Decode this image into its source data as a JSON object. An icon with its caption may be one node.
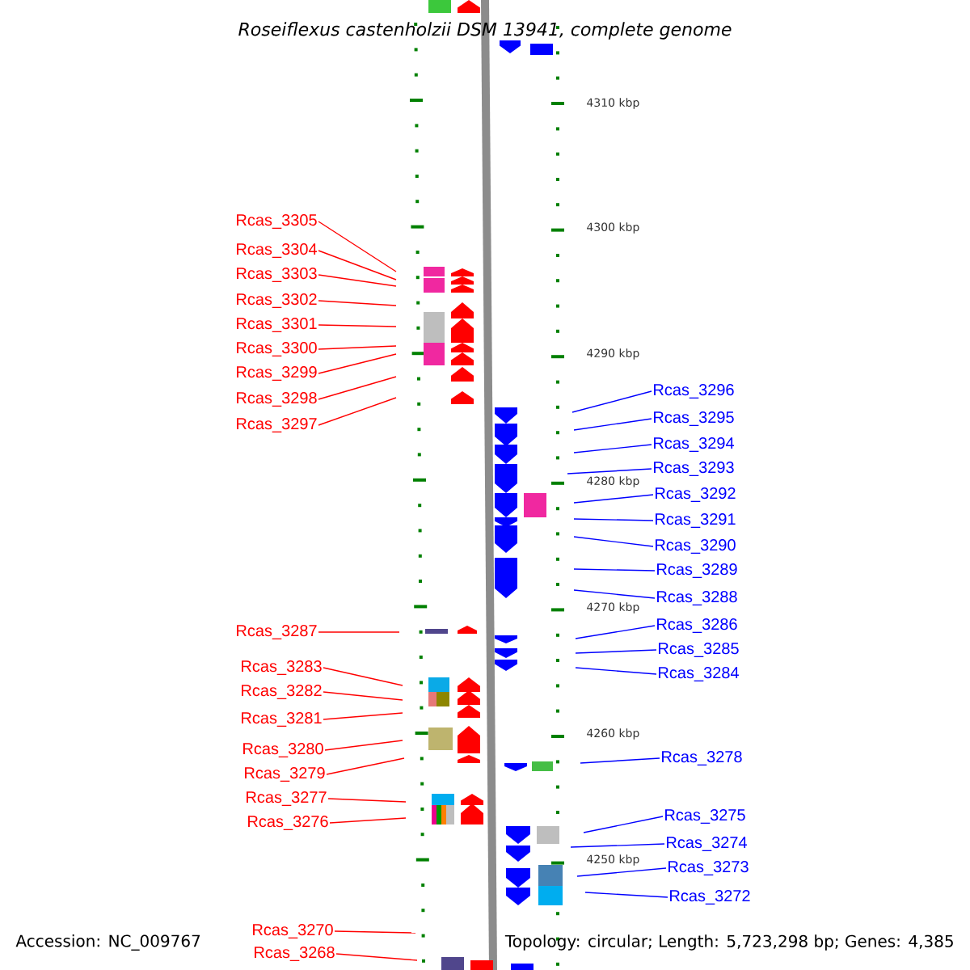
{
  "diagram": {
    "title": "Roseiflexus castenholzii DSM 13941, complete genome",
    "nodes": [
      {
        "text": [
          "Rcas_3305"
        ]
      },
      {
        "text": [
          "Rcas_3304"
        ]
      },
      {
        "text": [
          "Rcas_3303"
        ]
      },
      {
        "text": [
          "Rcas_3302"
        ]
      },
      {
        "text": [
          "Rcas_3301"
        ]
      },
      {
        "text": [
          "Rcas_3300"
        ]
      },
      {
        "text": [
          "Rcas_3299"
        ]
      },
      {
        "text": [
          "Rcas_3298"
        ]
      },
      {
        "text": [
          "Rcas_3297"
        ]
      },
      {
        "text": [
          "Rcas_3287"
        ]
      },
      {
        "text": [
          "Rcas_3283"
        ]
      },
      {
        "text": [
          "Rcas_3282"
        ]
      },
      {
        "text": [
          "Rcas_3281"
        ]
      },
      {
        "text": [
          "Rcas_3280"
        ]
      },
      {
        "text": [
          "Rcas_3279"
        ]
      },
      {
        "text": [
          "Rcas_3277"
        ]
      },
      {
        "text": [
          "Rcas_3276"
        ]
      },
      {
        "text": [
          "Rcas_3270"
        ]
      },
      {
        "text": [
          "Rcas_3268"
        ]
      },
      {
        "text": [
          "Rcas_3296"
        ]
      },
      {
        "text": [
          "Rcas_3295"
        ]
      },
      {
        "text": [
          "Rcas_3294"
        ]
      },
      {
        "text": [
          "Rcas_3293"
        ]
      },
      {
        "text": [
          "Rcas_3292"
        ]
      },
      {
        "text": [
          "Rcas_3291"
        ]
      },
      {
        "text": [
          "Rcas_3290"
        ]
      },
      {
        "text": [
          "Rcas_3289"
        ]
      },
      {
        "text": [
          "Rcas_3288"
        ]
      },
      {
        "text": [
          "Rcas_3286"
        ]
      },
      {
        "text": [
          "Rcas_3285"
        ]
      },
      {
        "text": [
          "Rcas_3284"
        ]
      },
      {
        "text": [
          "Rcas_3278"
        ]
      },
      {
        "text": [
          "Rcas_3275"
        ]
      },
      {
        "text": [
          "Rcas_3274"
        ]
      },
      {
        "text": [
          "Rcas_3273"
        ]
      },
      {
        "text": [
          "Rcas_3272"
        ]
      }
    ],
    "edges": [
      {
        "from": 0,
        "to": null,
        "arrow": "none",
        "color": "#ff0000"
      },
      {
        "from": 1,
        "to": null,
        "arrow": "none",
        "color": "#ff0000"
      },
      {
        "from": 2,
        "to": null,
        "arrow": "none",
        "color": "#ff0000"
      },
      {
        "from": 3,
        "to": null,
        "arrow": "none",
        "color": "#ff0000"
      },
      {
        "from": 4,
        "to": null,
        "arrow": "none",
        "color": "#ff0000"
      },
      {
        "from": 5,
        "to": null,
        "arrow": "none",
        "color": "#ff0000"
      },
      {
        "from": 6,
        "to": null,
        "arrow": "none",
        "color": "#ff0000"
      },
      {
        "from": 7,
        "to": null,
        "arrow": "none",
        "color": "#ff0000"
      },
      {
        "from": 8,
        "to": null,
        "arrow": "none",
        "color": "#ff0000"
      },
      {
        "from": 9,
        "to": null,
        "arrow": "none",
        "color": "#ff0000"
      },
      {
        "from": 10,
        "to": null,
        "arrow": "none",
        "color": "#ff0000"
      },
      {
        "from": 11,
        "to": null,
        "arrow": "none",
        "color": "#ff0000"
      },
      {
        "from": 12,
        "to": null,
        "arrow": "none",
        "color": "#ff0000"
      },
      {
        "from": 13,
        "to": null,
        "arrow": "none",
        "color": "#ff0000"
      },
      {
        "from": 14,
        "to": null,
        "arrow": "none",
        "color": "#ff0000"
      },
      {
        "from": 15,
        "to": null,
        "arrow": "none",
        "color": "#ff0000"
      },
      {
        "from": 16,
        "to": null,
        "arrow": "none",
        "color": "#ff0000"
      },
      {
        "from": 17,
        "to": null,
        "arrow": "none",
        "color": "#ff0000"
      },
      {
        "from": 18,
        "to": null,
        "arrow": "none",
        "color": "#ff0000"
      },
      {
        "from": 19,
        "to": null,
        "arrow": "none",
        "color": "#0000ff"
      },
      {
        "from": 20,
        "to": null,
        "arrow": "none",
        "color": "#0000ff"
      },
      {
        "from": 21,
        "to": null,
        "arrow": "none",
        "color": "#0000ff"
      },
      {
        "from": 22,
        "to": null,
        "arrow": "none",
        "color": "#0000ff"
      },
      {
        "from": 23,
        "to": null,
        "arrow": "none",
        "color": "#0000ff"
      },
      {
        "from": 24,
        "to": null,
        "arrow": "none",
        "color": "#0000ff"
      },
      {
        "from": 25,
        "to": null,
        "arrow": "none",
        "color": "#0000ff"
      },
      {
        "from": 26,
        "to": null,
        "arrow": "none",
        "color": "#0000ff"
      },
      {
        "from": 27,
        "to": null,
        "arrow": "none",
        "color": "#0000ff"
      },
      {
        "from": 28,
        "to": null,
        "arrow": "none",
        "color": "#0000ff"
      },
      {
        "from": 29,
        "to": null,
        "arrow": "none",
        "color": "#0000ff"
      },
      {
        "from": 30,
        "to": null,
        "arrow": "none",
        "color": "#0000ff"
      },
      {
        "from": 31,
        "to": null,
        "arrow": "none",
        "color": "#0000ff"
      },
      {
        "from": 32,
        "to": null,
        "arrow": "none",
        "color": "#0000ff"
      },
      {
        "from": 33,
        "to": null,
        "arrow": "none",
        "color": "#0000ff"
      },
      {
        "from": 34,
        "to": null,
        "arrow": "none",
        "color": "#0000ff"
      },
      {
        "from": 35,
        "to": null,
        "arrow": "none",
        "color": "#0000ff"
      }
    ],
    "labels": [
      "4310 kbp",
      "4300 kbp",
      "4290 kbp",
      "4280 kbp",
      "4270 kbp",
      "4260 kbp",
      "4250 kbp",
      "Accession: NC_009767",
      "Topology: circular; Length: 5,723,298 bp; Genes: 4,385"
    ]
  }
}
